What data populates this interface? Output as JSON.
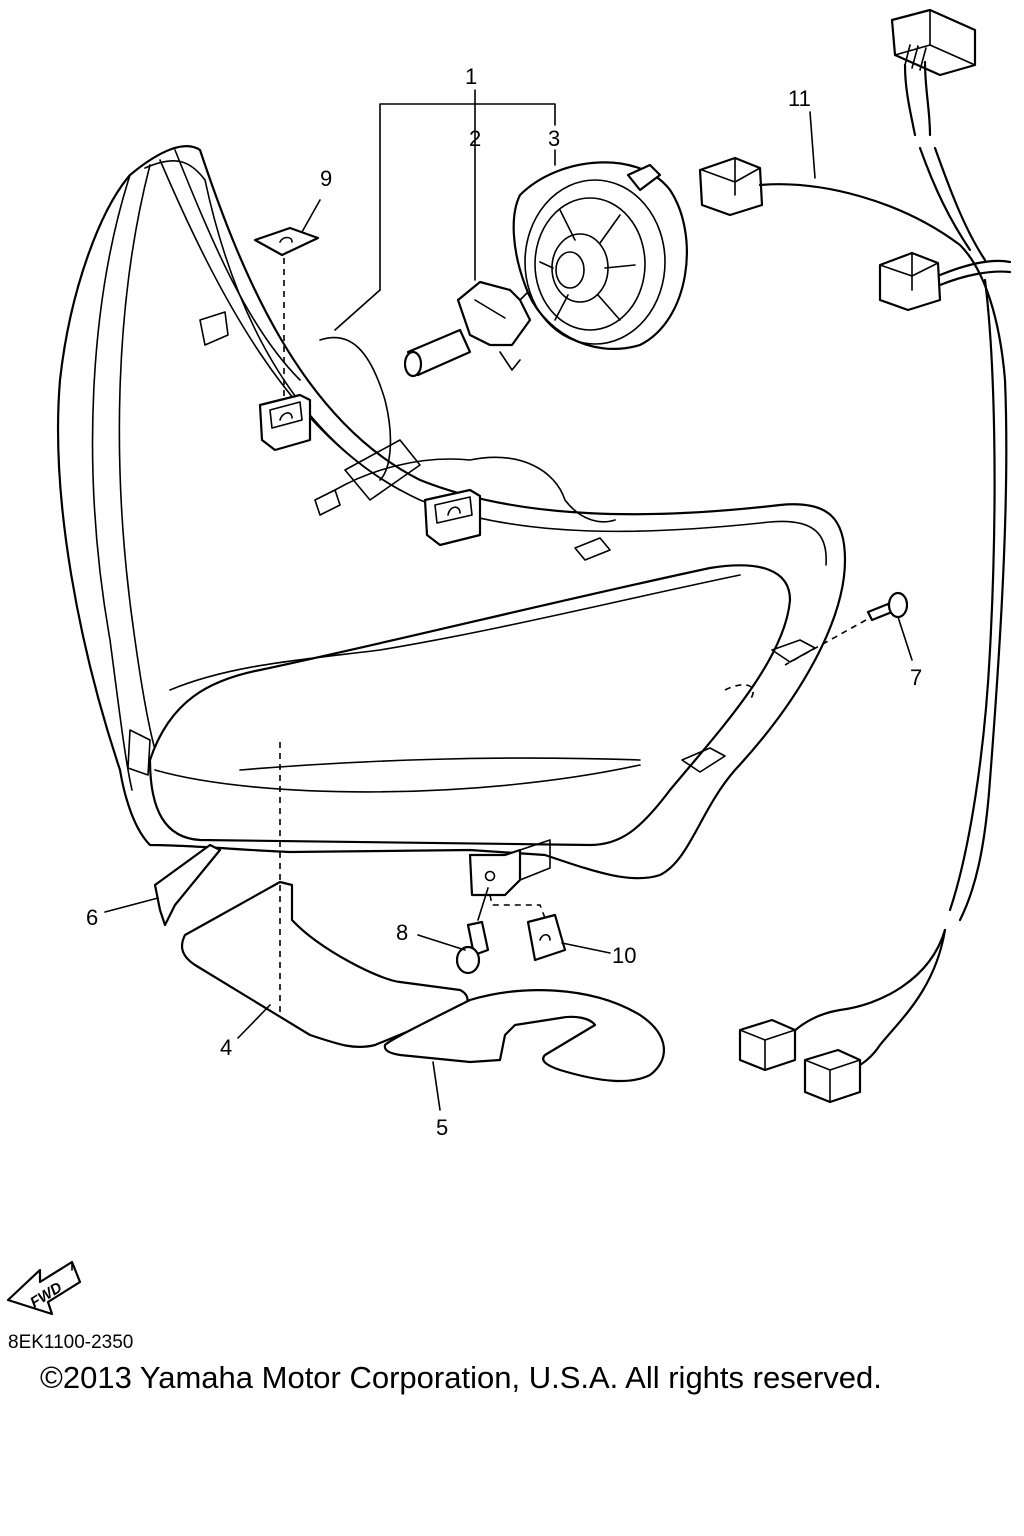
{
  "callouts": [
    {
      "id": "1",
      "label": "1"
    },
    {
      "id": "2",
      "label": "2"
    },
    {
      "id": "3",
      "label": "3"
    },
    {
      "id": "4",
      "label": "4"
    },
    {
      "id": "5",
      "label": "5"
    },
    {
      "id": "6",
      "label": "6"
    },
    {
      "id": "7",
      "label": "7"
    },
    {
      "id": "8",
      "label": "8"
    },
    {
      "id": "9",
      "label": "9"
    },
    {
      "id": "10",
      "label": "10"
    },
    {
      "id": "11",
      "label": "11"
    }
  ],
  "fwd_label": "FWD",
  "drawing_code": "8EK1100-2350",
  "copyright": "©2013 Yamaha Motor Corporation, U.S.A. All rights reserved."
}
